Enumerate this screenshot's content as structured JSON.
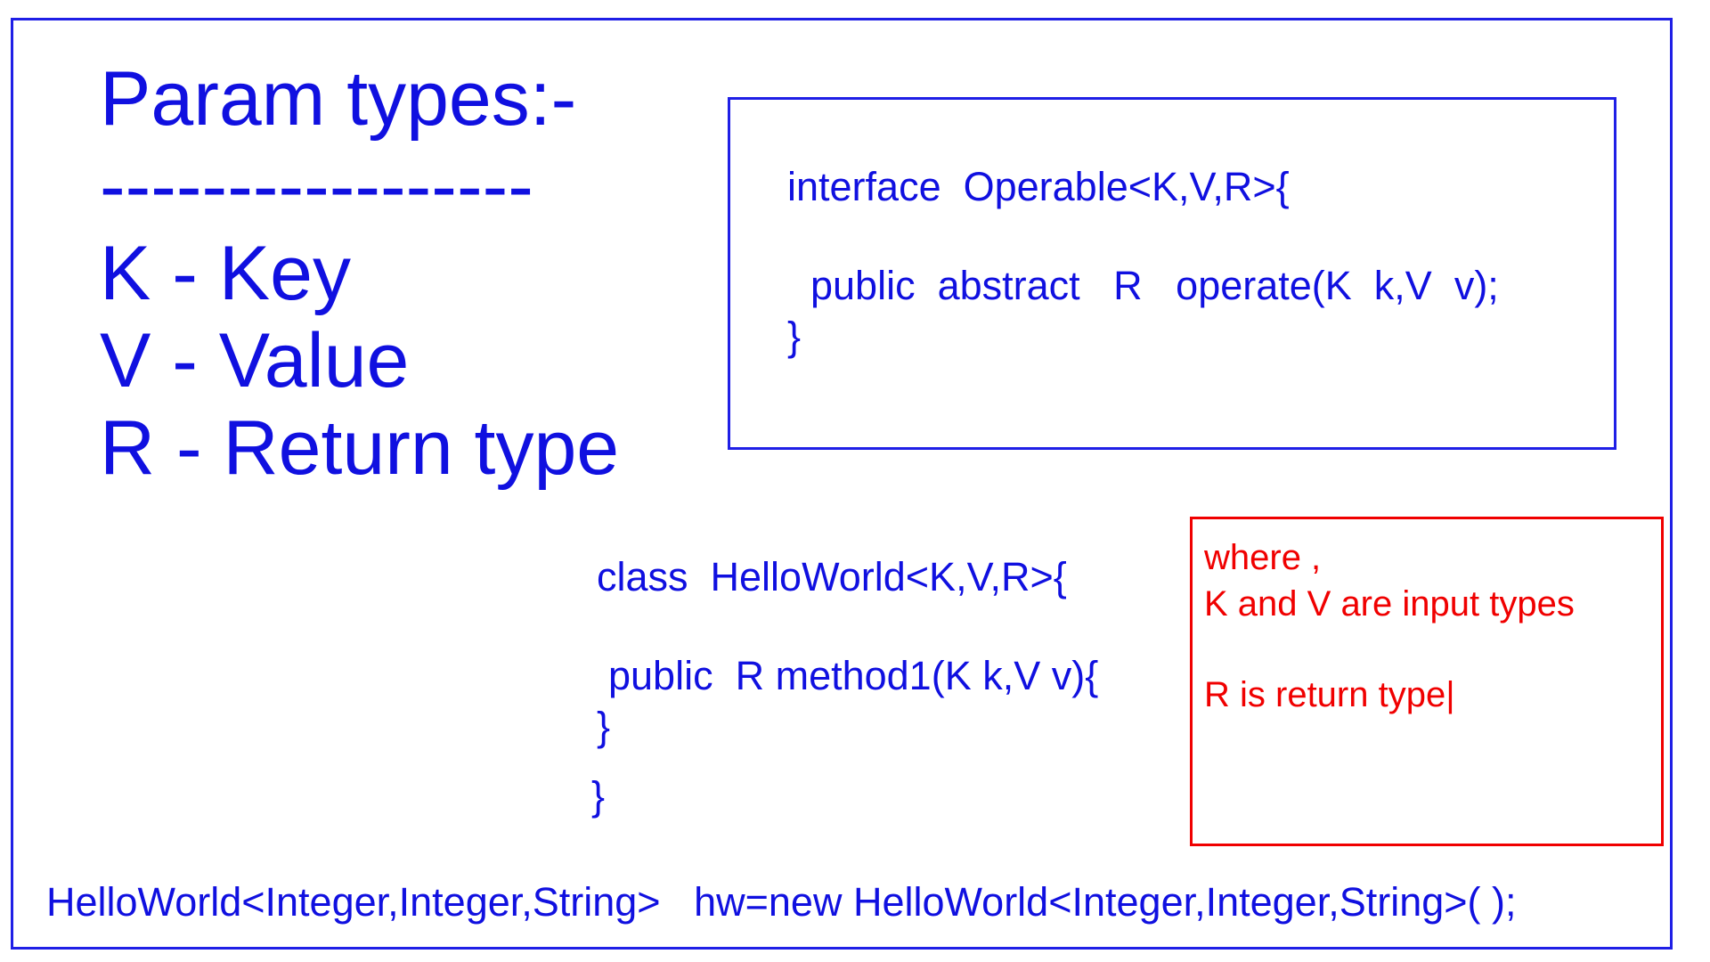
{
  "heading": {
    "title": "Param types:-",
    "divider": "-----------------"
  },
  "params": [
    "K - Key",
    "V - Value",
    "R - Return type"
  ],
  "interface_code": {
    "line1": "interface  Operable<K,V,R>{",
    "line2": "public  abstract   R   operate(K  k,V  v);",
    "line3": "}"
  },
  "class_code": {
    "line1": "class  HelloWorld<K,V,R>{",
    "line2": "public  R method1(K k,V v){",
    "line3": "}",
    "line4": "}"
  },
  "note": {
    "line1": "where ,",
    "line2": "K and V are input types",
    "line3": "R is return type|"
  },
  "instantiation": "HelloWorld<Integer,Integer,String>   hw=new HelloWorld<Integer,Integer,String>( );",
  "colors": {
    "text_primary": "#1010e0",
    "border_primary": "#1f1fe6",
    "note": "#f00000",
    "background": "#ffffff"
  }
}
